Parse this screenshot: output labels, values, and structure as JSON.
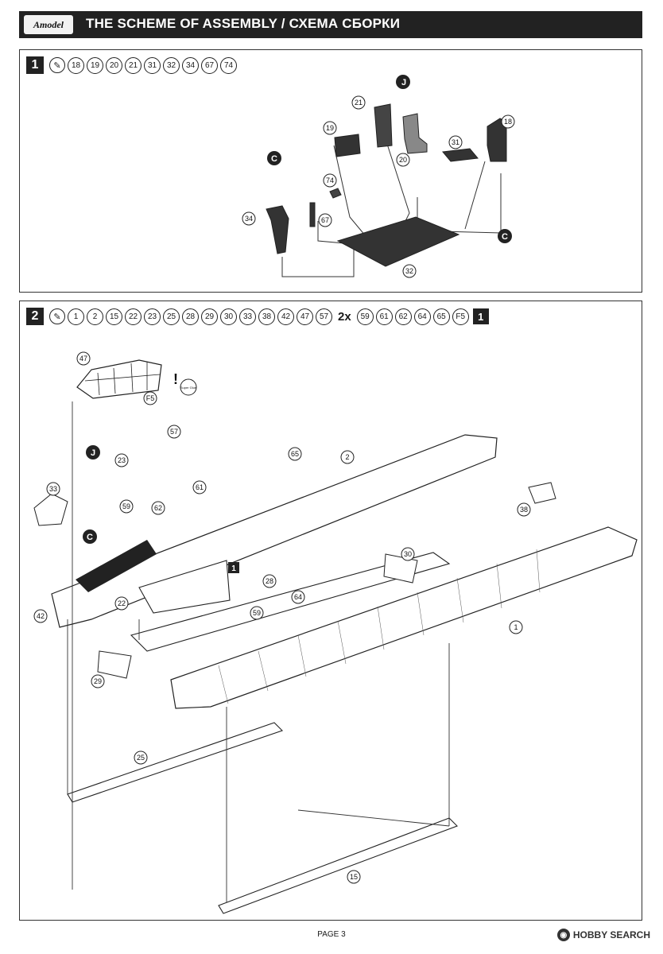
{
  "header": {
    "logo_text": "Amodel",
    "title": "THE SCHEME OF ASSEMBLY / СХЕМА СБОРКИ"
  },
  "step1": {
    "number": "1",
    "glue_symbol": "✎",
    "parts": [
      "18",
      "19",
      "20",
      "21",
      "31",
      "32",
      "34",
      "67",
      "74"
    ],
    "callouts": [
      "21",
      "19",
      "20",
      "31",
      "18",
      "74",
      "67",
      "34",
      "32"
    ],
    "color_codes": [
      "J",
      "C",
      "C"
    ]
  },
  "step2": {
    "number": "2",
    "glue_symbol": "✎",
    "parts": [
      "1",
      "2",
      "15",
      "22",
      "23",
      "25",
      "28",
      "29",
      "30",
      "33",
      "38",
      "42",
      "47",
      "57"
    ],
    "multiplier": "2x",
    "multi_parts": [
      "59",
      "61",
      "62",
      "64",
      "65",
      "F5"
    ],
    "ref_step": "1",
    "callouts": [
      "47",
      "F5",
      "57",
      "23",
      "65",
      "2",
      "33",
      "61",
      "59",
      "62",
      "38",
      "30",
      "28",
      "1",
      "22",
      "42",
      "64",
      "59",
      "29",
      "25",
      "15"
    ],
    "glue_label": "Super Glue",
    "color_codes": [
      "J",
      "C"
    ]
  },
  "footer": {
    "page": "PAGE 3"
  },
  "watermark": {
    "text": "HOBBY SEARCH",
    "icon": "hobby-search-icon"
  }
}
